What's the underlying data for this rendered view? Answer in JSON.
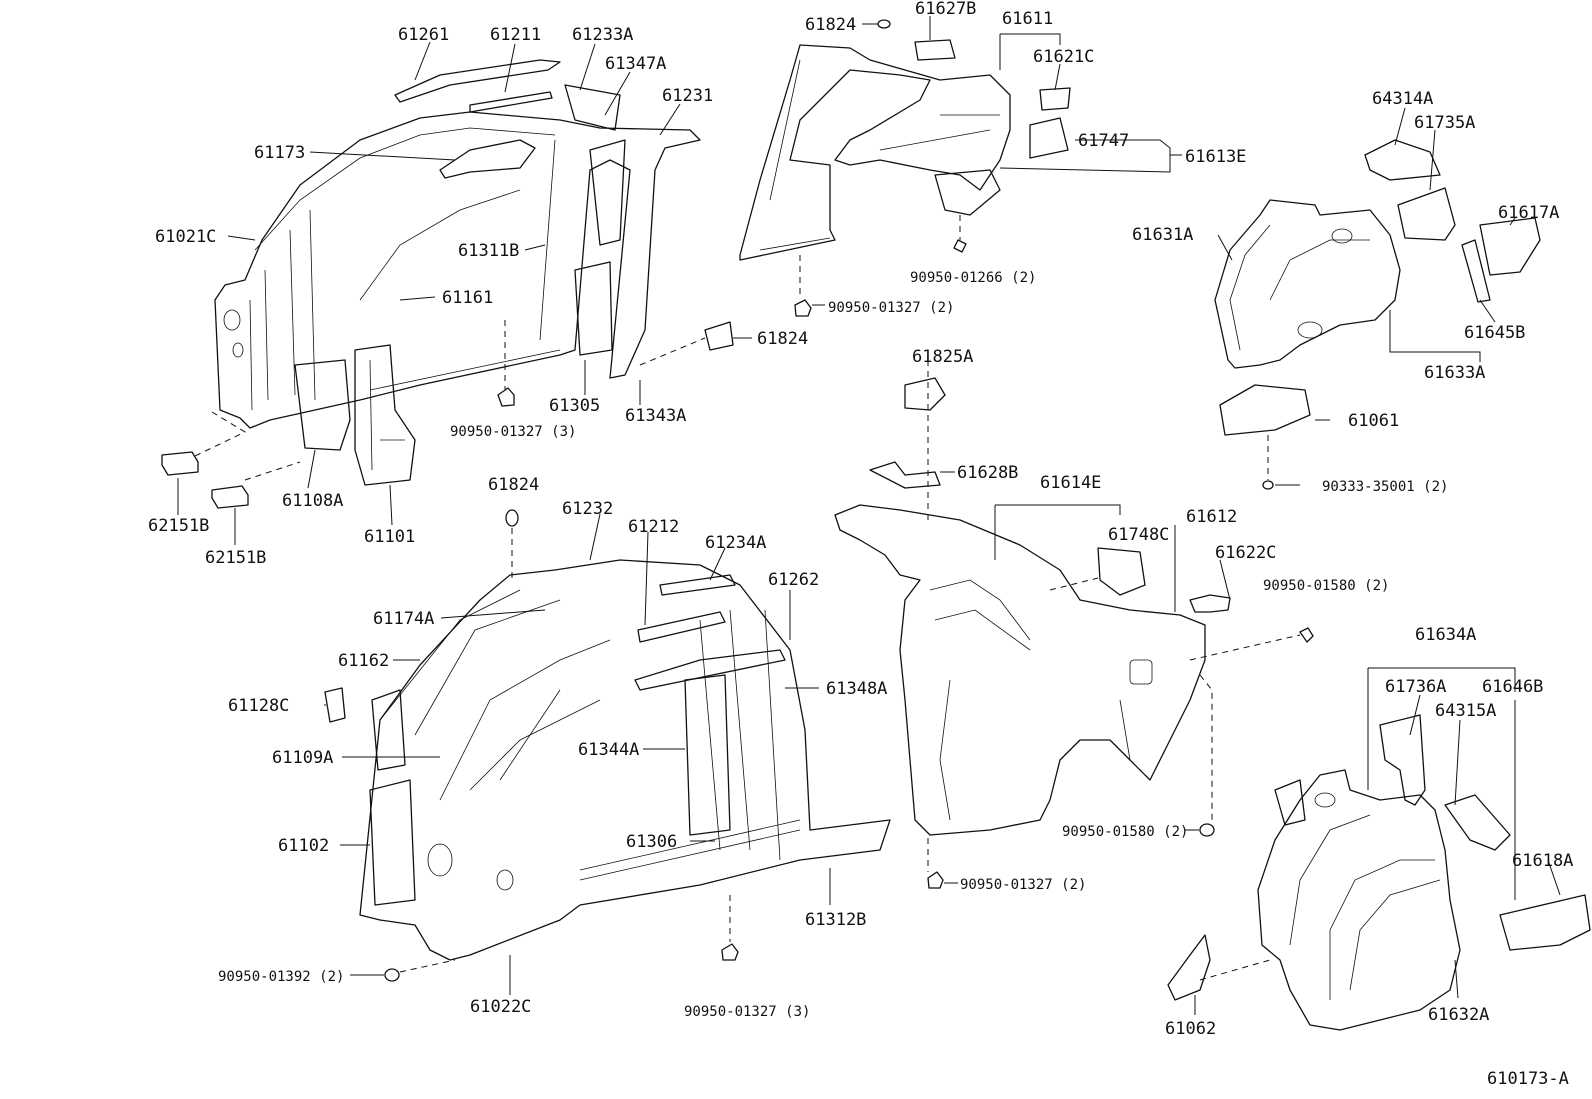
{
  "diagram_id": "610173-A",
  "part_numbers": {
    "p61261": "61261",
    "p61211": "61211",
    "p61233A": "61233A",
    "p61347A": "61347A",
    "p61231": "61231",
    "p61173": "61173",
    "p61021C": "61021C",
    "p61311B": "61311B",
    "p61161": "61161",
    "p61824_a": "61824",
    "p61305": "61305",
    "p61343A": "61343A",
    "p90950_01327_3a": "90950-01327 (3)",
    "p61108A": "61108A",
    "p61101": "61101",
    "p62151B_a": "62151B",
    "p62151B_b": "62151B",
    "p61824_b": "61824",
    "p61627B": "61627B",
    "p61611": "61611",
    "p61621C": "61621C",
    "p61747": "61747",
    "p61613E": "61613E",
    "p90950_01266_2": "90950-01266 (2)",
    "p90950_01327_2a": "90950-01327 (2)",
    "p64314A": "64314A",
    "p61735A": "61735A",
    "p61617A": "61617A",
    "p61631A": "61631A",
    "p61645B": "61645B",
    "p61633A": "61633A",
    "p61825A": "61825A",
    "p61061": "61061",
    "p90333_35001_2": "90333-35001 (2)",
    "p61628B": "61628B",
    "p61614E": "61614E",
    "p61824_c": "61824",
    "p61232": "61232",
    "p61212": "61212",
    "p61234A": "61234A",
    "p61262": "61262",
    "p61748C": "61748C",
    "p61612": "61612",
    "p61622C": "61622C",
    "p90950_01580_2a": "90950-01580 (2)",
    "p61174A": "61174A",
    "p61162": "61162",
    "p61348A": "61348A",
    "p61128C": "61128C",
    "p61634A": "61634A",
    "p61736A": "61736A",
    "p61646B": "61646B",
    "p64315A": "64315A",
    "p61109A": "61109A",
    "p61344A": "61344A",
    "p61102": "61102",
    "p61306": "61306",
    "p90950_01580_2b": "90950-01580 (2)",
    "p61618A": "61618A",
    "p61312B": "61312B",
    "p90950_01327_2b": "90950-01327 (2)",
    "p90950_01392_2": "90950-01392 (2)",
    "p61632A": "61632A",
    "p61022C": "61022C",
    "p90950_01327_3b": "90950-01327 (3)",
    "p61062": "61062"
  }
}
